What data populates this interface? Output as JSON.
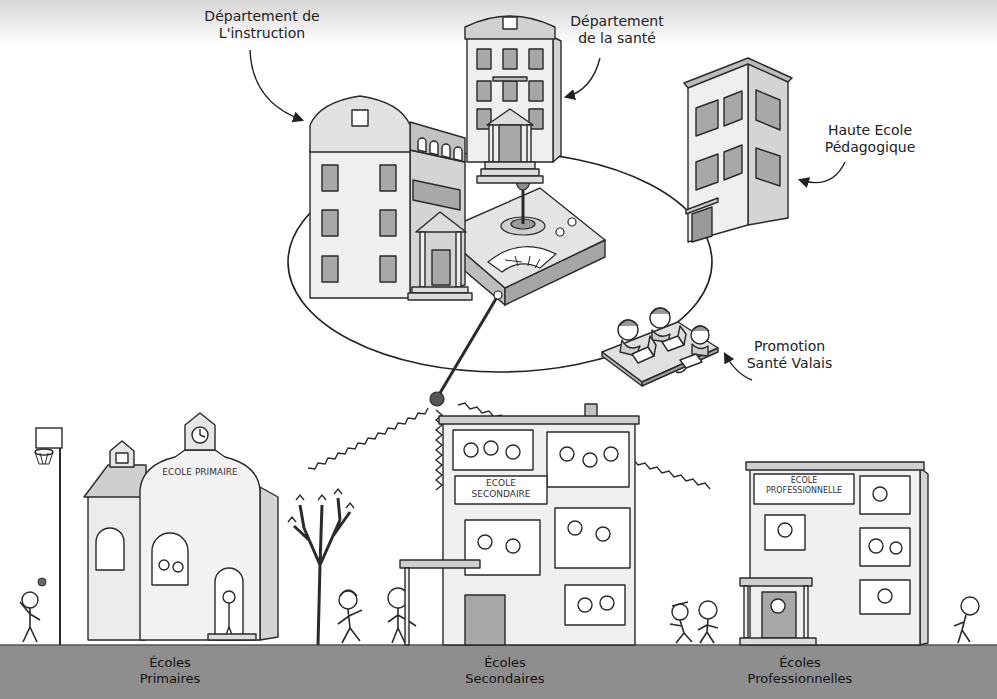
{
  "diagram": {
    "nodes": [
      {
        "text": [
          "Département de L'instruction"
        ]
      },
      {
        "text": [
          "Département de la santé"
        ]
      },
      {
        "text": [
          "Haute Ecole Pédagogique"
        ]
      },
      {
        "text": [
          "Promotion Santé Valais"
        ]
      },
      {
        "text": [
          "ECOLE PRIMAIRE",
          "Écoles Primaires"
        ]
      },
      {
        "text": [
          "ECOLE SECONDAIRE",
          "Écoles Secondaires"
        ]
      },
      {
        "text": [
          "ECOLE PROFESSIONNELLE",
          "Écoles Professionnelles"
        ]
      }
    ]
  }
}
